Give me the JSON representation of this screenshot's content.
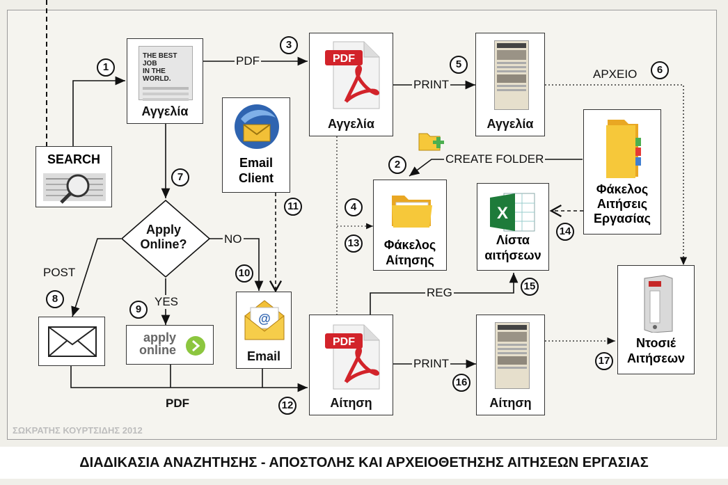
{
  "footer_title": "ΔΙΑΔΙΚΑΣΙΑ ΑΝΑΖΗΤΗΣΗΣ - ΑΠΟΣΤΟΛΗΣ ΚΑΙ ΑΡΧΕΙΟΘΕΤΗΣΗΣ ΑΙΤΗΣΕΩΝ ΕΡΓΑΣΙΑΣ",
  "credit": "ΣΩΚΡΑΤΗΣ ΚΟΥΡΤΣΙΔΗΣ 2012",
  "nodes": {
    "search": "SEARCH",
    "ad_paper": "Αγγελία",
    "ad_pdf": "Αγγελία",
    "ad_print": "Αγγελία",
    "email_client_1": "Email",
    "email_client_2": "Client",
    "folder_app_1": "Φάκελος",
    "folder_app_2": "Αίτησης",
    "list_1": "Λίστα",
    "list_2": "αιτήσεων",
    "job_folder_1": "Φάκελος",
    "job_folder_2": "Αιτήσεις",
    "job_folder_3": "Εργασίας",
    "decision_1": "Apply",
    "decision_2": "Online?",
    "email": "Email",
    "app_pdf": "Αίτηση",
    "app_print": "Αίτηση",
    "dossier_1": "Ντοσιέ",
    "dossier_2": "Αιτήσεων",
    "apply_online_1": "apply",
    "apply_online_2": "online",
    "newspaper_headline_1": "THE BEST JOB",
    "newspaper_headline_2": "IN THE WORLD."
  },
  "edge_labels": {
    "pdf_top": "PDF",
    "print_top": "PRINT",
    "archive": "ΑΡΧΕΙΟ",
    "create_folder": "CREATE FOLDER",
    "no": "NO",
    "yes": "YES",
    "post": "POST",
    "reg": "REG",
    "print_bottom": "PRINT",
    "pdf_bottom": "PDF"
  },
  "steps": [
    "1",
    "2",
    "3",
    "4",
    "5",
    "6",
    "7",
    "8",
    "9",
    "10",
    "11",
    "12",
    "13",
    "14",
    "15",
    "16",
    "17"
  ],
  "colors": {
    "pdf_red": "#d2232a",
    "folder_yellow": "#f6c83a",
    "excel_green": "#1e7b3a",
    "apply_green": "#8cc63f",
    "email_yellow": "#f2c037"
  }
}
